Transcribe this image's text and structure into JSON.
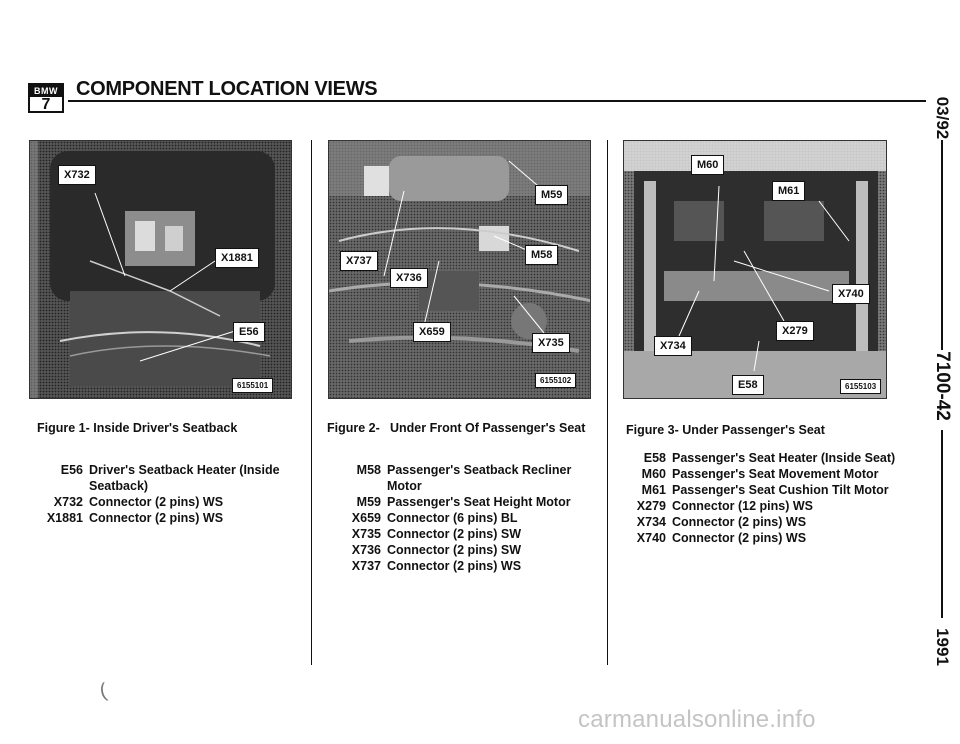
{
  "header": {
    "logo_top": "BMW",
    "logo_num": "7",
    "title": "COMPONENT LOCATION VIEWS"
  },
  "margin": {
    "date": "03/92",
    "section": "7100-42",
    "year": "1991"
  },
  "figures": [
    {
      "photo_number": "6155101",
      "callouts": [
        "X732",
        "X1881",
        "E56"
      ],
      "caption_label": "Figure 1-",
      "caption_text": "Inside Driver's Seatback",
      "legend": [
        {
          "code": "E56",
          "desc": "Driver's Seatback Heater (Inside Seatback)"
        },
        {
          "code": "X732",
          "desc": "Connector (2 pins) WS"
        },
        {
          "code": "X1881",
          "desc": "Connector (2 pins) WS"
        }
      ]
    },
    {
      "photo_number": "6155102",
      "callouts": [
        "M59",
        "M58",
        "X737",
        "X736",
        "X659",
        "X735"
      ],
      "caption_label": "Figure 2-",
      "caption_text": "Under Front Of Passenger's Seat",
      "legend": [
        {
          "code": "M58",
          "desc": "Passenger's Seatback Recliner Motor"
        },
        {
          "code": "M59",
          "desc": "Passenger's Seat Height Motor"
        },
        {
          "code": "X659",
          "desc": "Connector (6 pins) BL"
        },
        {
          "code": "X735",
          "desc": "Connector (2 pins) SW"
        },
        {
          "code": "X736",
          "desc": "Connector (2 pins) SW"
        },
        {
          "code": "X737",
          "desc": "Connector (2 pins) WS"
        }
      ]
    },
    {
      "photo_number": "6155103",
      "callouts": [
        "M60",
        "M61",
        "X740",
        "X279",
        "X734",
        "E58"
      ],
      "caption_label": "Figure 3-",
      "caption_text": "Under Passenger's Seat",
      "legend": [
        {
          "code": "E58",
          "desc": "Passenger's Seat Heater (Inside Seat)"
        },
        {
          "code": "M60",
          "desc": "Passenger's Seat Movement Motor"
        },
        {
          "code": "M61",
          "desc": "Passenger's Seat Cushion Tilt Motor"
        },
        {
          "code": "X279",
          "desc": "Connector (12 pins) WS"
        },
        {
          "code": "X734",
          "desc": "Connector (2 pins) WS"
        },
        {
          "code": "X740",
          "desc": "Connector (2 pins) WS"
        }
      ]
    }
  ],
  "watermark": "carmanualsonline.info",
  "stray_mark": "("
}
